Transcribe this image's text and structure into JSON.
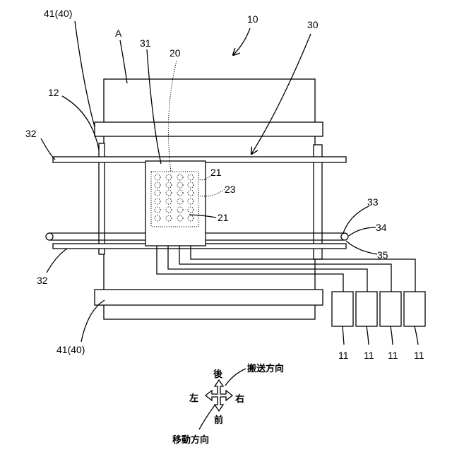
{
  "labels": {
    "device": "10",
    "conveyor": "30",
    "medium": "A",
    "carriage": "31",
    "head_unit": "20",
    "bar_top": "41(40)",
    "bar_bottom": "41(40)",
    "frame": "12",
    "rail_top": "32",
    "rail_bottom": "32",
    "nozzle_top": "21",
    "nozzle_area": "23",
    "nozzle_bottom": "21",
    "belt": "33",
    "pulley": "34",
    "belt_lower": "35",
    "heads": [
      "11",
      "11",
      "11",
      "11"
    ]
  },
  "directions": {
    "back": "後",
    "front": "前",
    "left": "左",
    "right": "右",
    "transport": "搬送方向",
    "movement": "移動方向"
  }
}
